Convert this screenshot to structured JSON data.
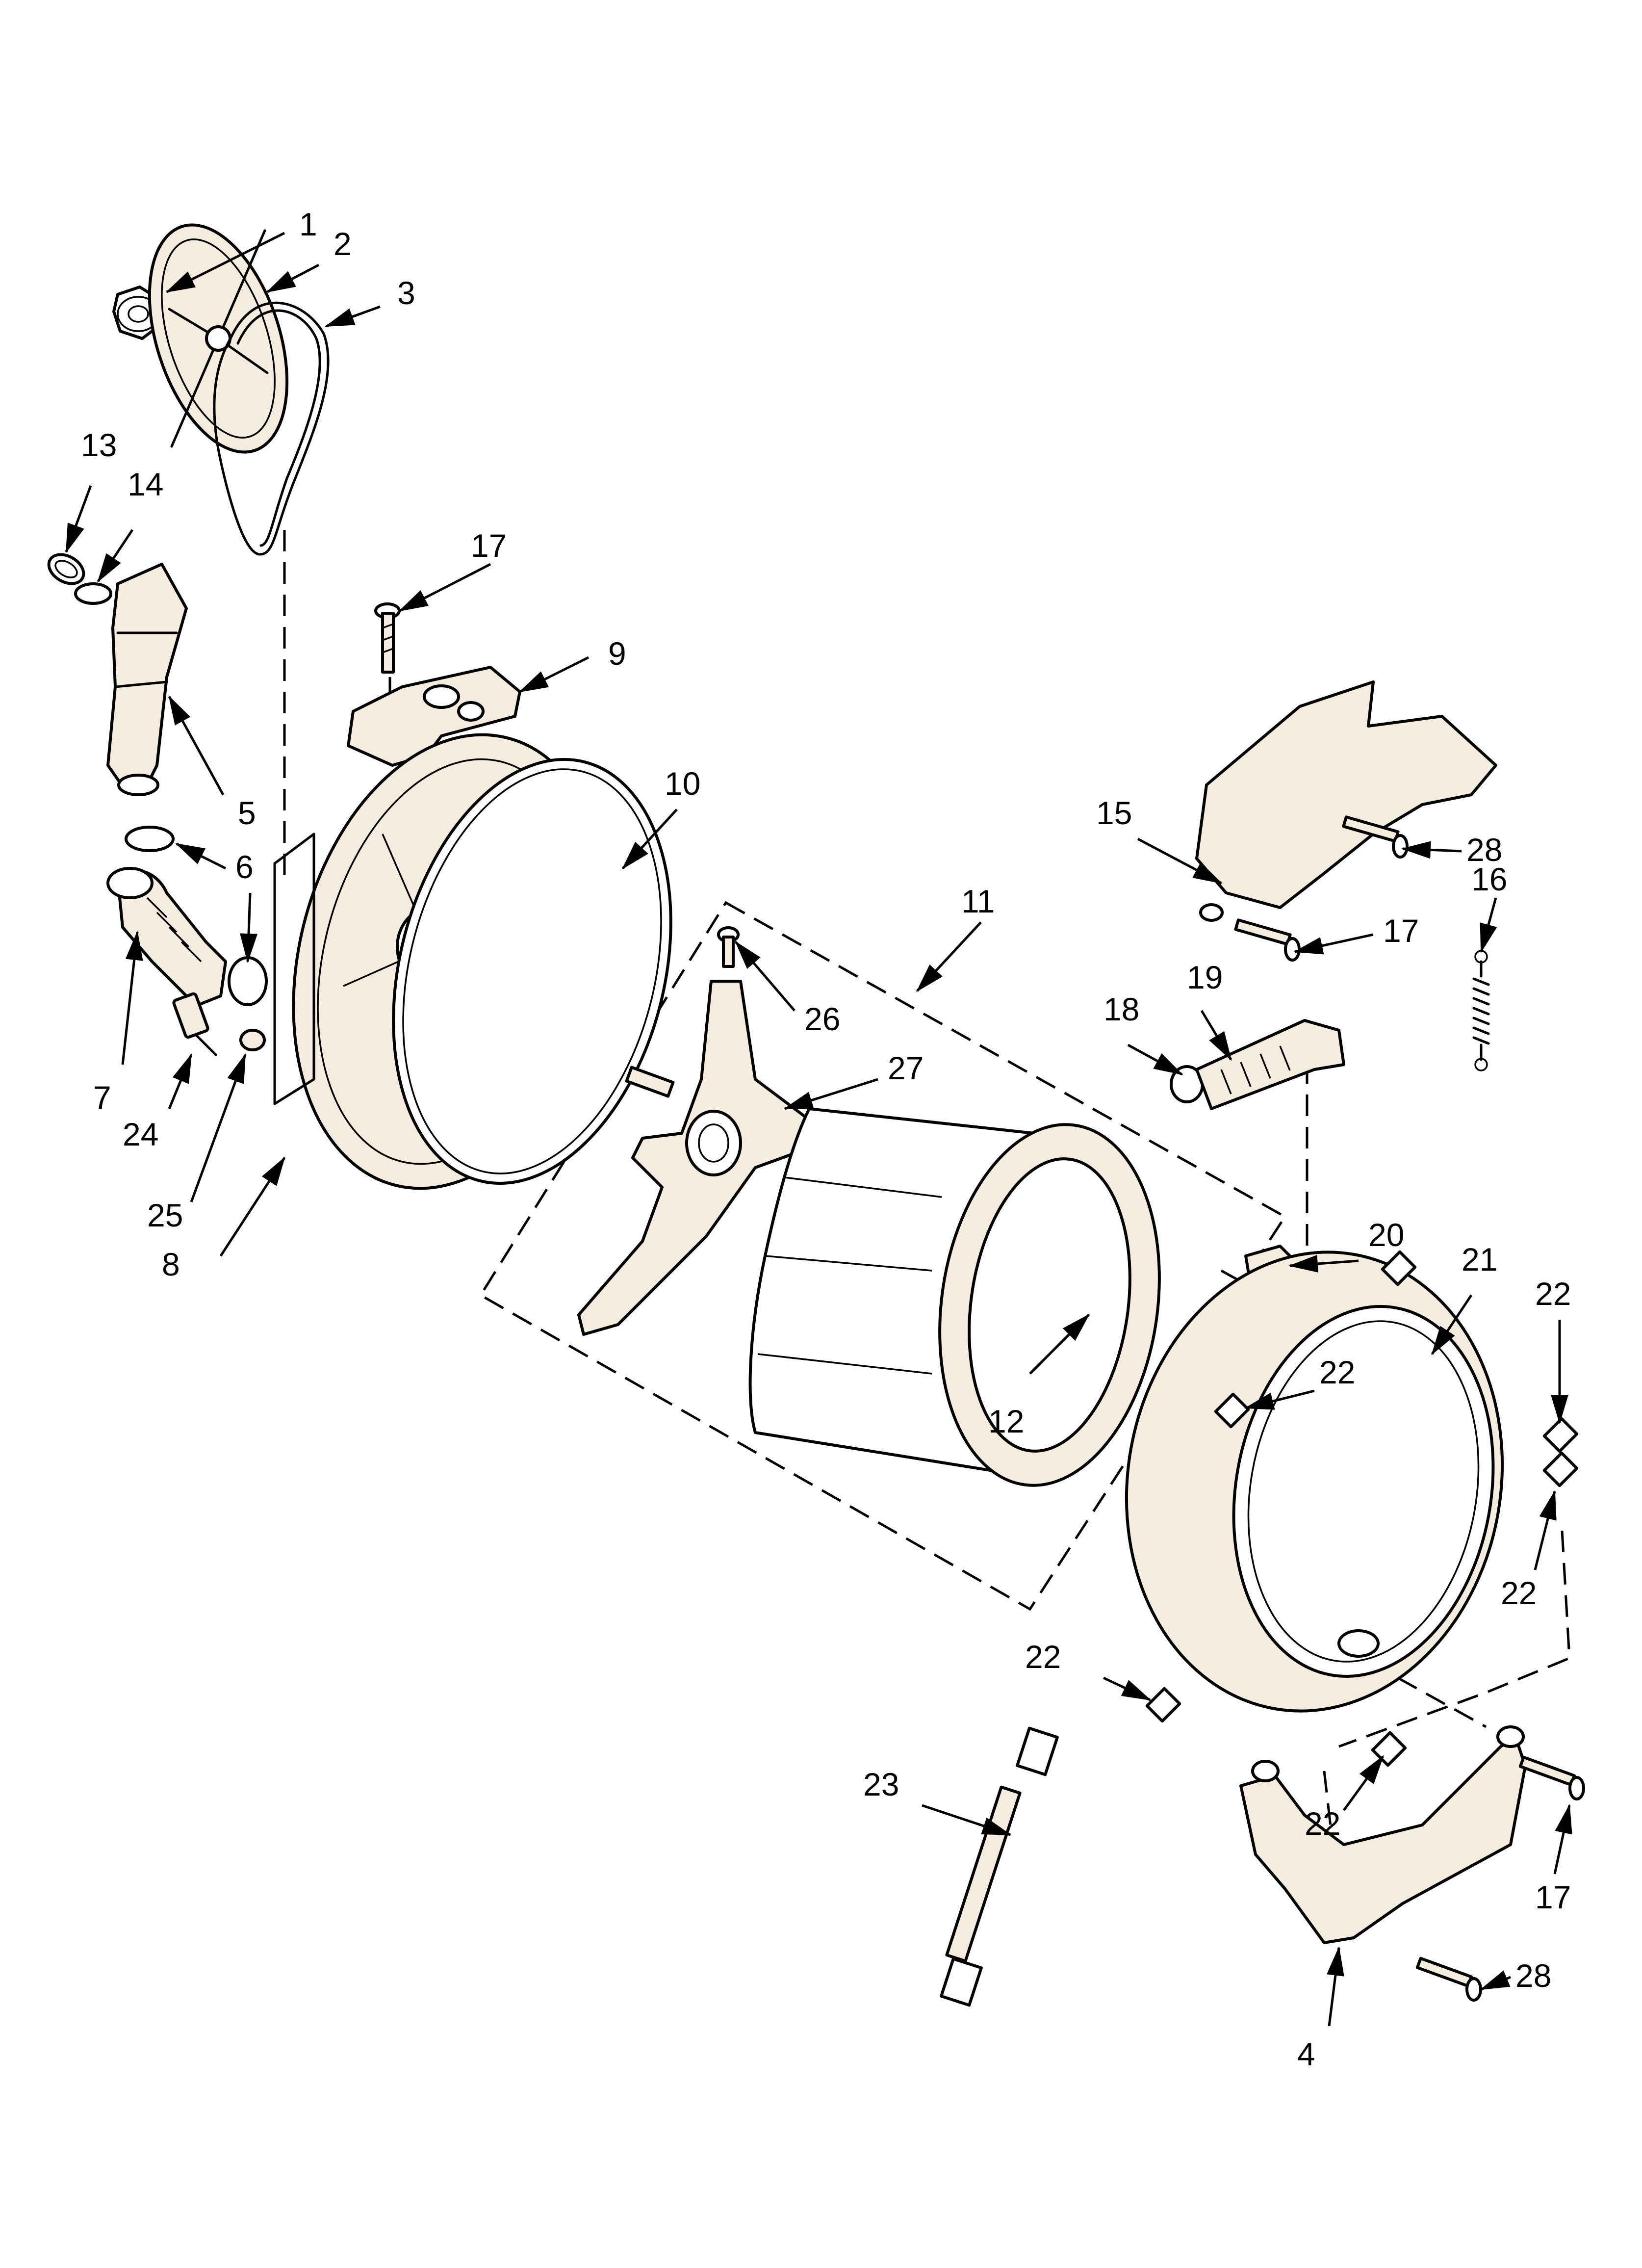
{
  "callouts": [
    {
      "id": "1",
      "label": "1"
    },
    {
      "id": "2",
      "label": "2"
    },
    {
      "id": "3",
      "label": "3"
    },
    {
      "id": "4",
      "label": "4"
    },
    {
      "id": "5",
      "label": "5"
    },
    {
      "id": "6",
      "label": "6"
    },
    {
      "id": "7",
      "label": "7"
    },
    {
      "id": "8",
      "label": "8"
    },
    {
      "id": "9",
      "label": "9"
    },
    {
      "id": "10",
      "label": "10"
    },
    {
      "id": "11",
      "label": "11"
    },
    {
      "id": "12",
      "label": "12"
    },
    {
      "id": "13",
      "label": "13"
    },
    {
      "id": "14",
      "label": "14"
    },
    {
      "id": "15",
      "label": "15"
    },
    {
      "id": "16",
      "label": "16"
    },
    {
      "id": "17a",
      "label": "17"
    },
    {
      "id": "17b",
      "label": "17"
    },
    {
      "id": "17c",
      "label": "17"
    },
    {
      "id": "18",
      "label": "18"
    },
    {
      "id": "19",
      "label": "19"
    },
    {
      "id": "20",
      "label": "20"
    },
    {
      "id": "21",
      "label": "21"
    },
    {
      "id": "22a",
      "label": "22"
    },
    {
      "id": "22b",
      "label": "22"
    },
    {
      "id": "22c",
      "label": "22"
    },
    {
      "id": "22d",
      "label": "22"
    },
    {
      "id": "22e",
      "label": "22"
    },
    {
      "id": "23",
      "label": "23"
    },
    {
      "id": "24",
      "label": "24"
    },
    {
      "id": "25",
      "label": "25"
    },
    {
      "id": "26",
      "label": "26"
    },
    {
      "id": "27",
      "label": "27"
    },
    {
      "id": "28a",
      "label": "28"
    },
    {
      "id": "28b",
      "label": "28"
    }
  ]
}
